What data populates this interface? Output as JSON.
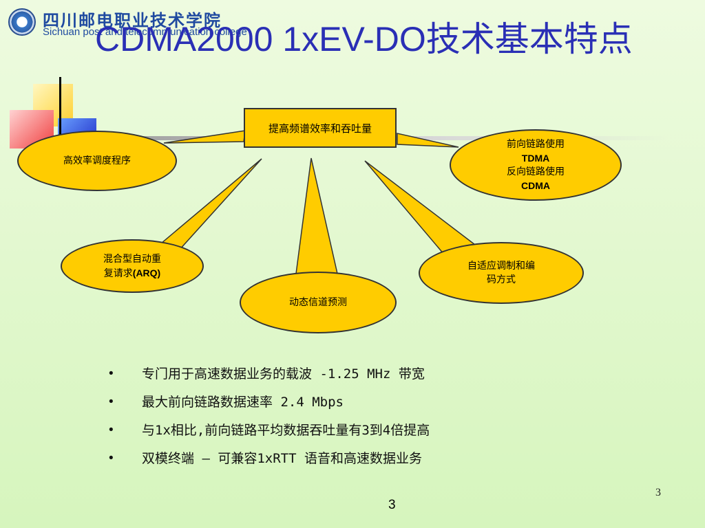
{
  "logo": {
    "name_cn": "四川邮电职业技术学院",
    "name_en": "Sichuan post and telecommunication college"
  },
  "title": "CDMA2000 1xEV-DO技术基本特点",
  "diagram": {
    "center": "提高频谱效率和吞吐量",
    "nodes": {
      "scheduler": {
        "line1": "高效率调度程序"
      },
      "tdma_cdma": {
        "line1": "前向链路使用",
        "line2": "TDMA",
        "line3": "反向链路使用",
        "line4": "CDMA"
      },
      "arq": {
        "line1": "混合型自动重",
        "line2a": "复请求",
        "line2b": "(ARQ)"
      },
      "channel": {
        "line1": "动态信道预测"
      },
      "modulation": {
        "line1": "自适应调制和编",
        "line2": "码方式"
      }
    }
  },
  "bullets": [
    {
      "dot": "•",
      "text": "专门用于高速数据业务的载波 -1.25 MHz 带宽"
    },
    {
      "dot": "•",
      "text": "最大前向链路数据速率 2.4 Mbps"
    },
    {
      "dot": "•",
      "text": "与1x相比,前向链路平均数据吞吐量有3到4倍提高"
    },
    {
      "dot": "•",
      "text": "双模终端 – 可兼容1xRTT 语音和高速数据业务"
    }
  ],
  "page_number": "3",
  "page_number_footer": "3",
  "colors": {
    "shape_fill": "#ffcc00",
    "title": "#2a2fb5",
    "logo": "#1f4aa0"
  }
}
